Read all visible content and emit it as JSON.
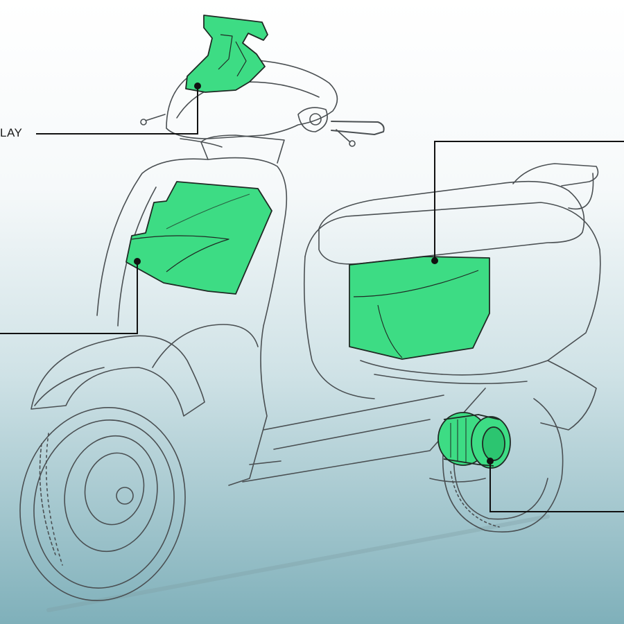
{
  "diagram": {
    "callouts": [
      {
        "id": "display",
        "label": "LAY"
      },
      {
        "id": "battery-front",
        "label": ""
      },
      {
        "id": "battery-seat",
        "label": ""
      },
      {
        "id": "motor",
        "label": ""
      }
    ],
    "colors": {
      "highlight": "#3ddc84",
      "highlight_stroke": "#1f2a24",
      "line": "#111111",
      "sketch": "#4a4f52",
      "bg_top": "#ffffff",
      "bg_bottom": "#7fb0ba"
    }
  }
}
